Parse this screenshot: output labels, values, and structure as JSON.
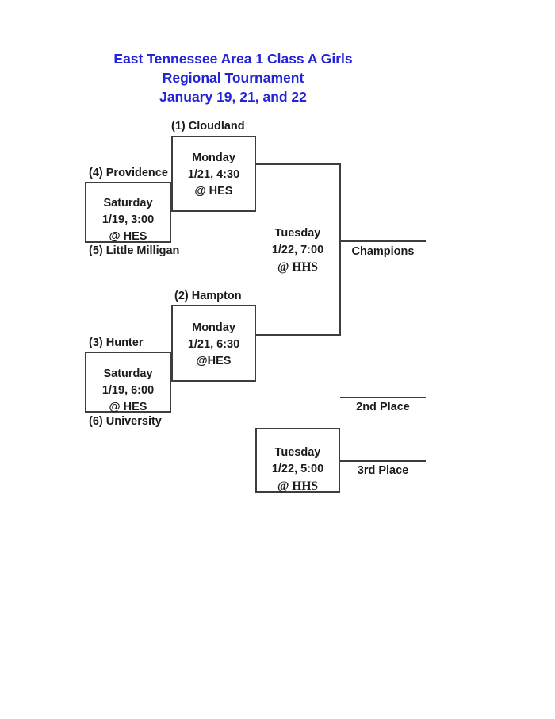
{
  "title": {
    "line1": "East Tennessee Area 1 Class A Girls",
    "line2": "Regional Tournament",
    "line3": "January 19, 21, and 22"
  },
  "seeds": {
    "seed1": "(1) Cloudland",
    "seed4": "(4) Providence",
    "seed5": "(5) Little Milligan",
    "seed2": "(2) Hampton",
    "seed3": "(3) Hunter",
    "seed6": "(6) University"
  },
  "games": {
    "quarterfinal_top": {
      "day": "Saturday",
      "date_time": "1/19, 3:00",
      "venue": "@ HES"
    },
    "semifinal_top": {
      "day": "Monday",
      "date_time": "1/21, 4:30",
      "venue": "@ HES"
    },
    "quarterfinal_bottom": {
      "day": "Saturday",
      "date_time": "1/19, 6:00",
      "venue": "@ HES"
    },
    "semifinal_bottom": {
      "day": "Monday",
      "date_time": "1/21, 6:30",
      "venue": "@HES"
    },
    "championship": {
      "day": "Tuesday",
      "date_time": "1/22, 7:00",
      "venue": "@ HHS"
    },
    "third_place_game": {
      "day": "Tuesday",
      "date_time": "1/22, 5:00",
      "venue": "@ HHS"
    }
  },
  "placements": {
    "champions": "Champions",
    "second": "2nd Place",
    "third": "3rd Place"
  },
  "colors": {
    "title_blue": "#2323d9",
    "bracket_line": "#3d3d3d",
    "text": "#1b1b1b",
    "page_background": "#ffffff"
  }
}
